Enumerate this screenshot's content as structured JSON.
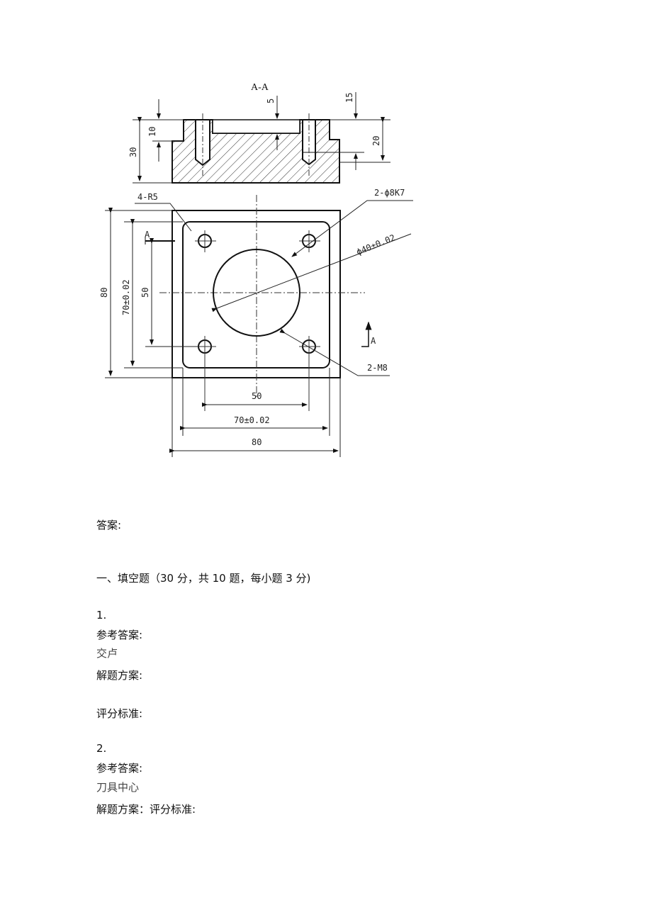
{
  "drawing": {
    "section_title": "A-A",
    "section_dims": {
      "d10": "10",
      "d30": "30",
      "d5": "5",
      "d15": "15",
      "d20": "20"
    },
    "plan_labels": {
      "fillet": "4-R5",
      "holes_pin": "2-ϕ8K7",
      "bore": "ϕ40±0.02",
      "threads": "2-M8",
      "section_mark_left": "A",
      "section_mark_right": "A"
    },
    "plan_dims": {
      "h80": "80",
      "h70": "70±0.02",
      "h50": "50",
      "w50": "50",
      "w70": "70±0.02",
      "w80": "80"
    }
  },
  "answer_heading": "答案:",
  "section_heading": "一、填空题（30 分，共 10 题，每小题 3 分)",
  "questions": [
    {
      "number": "1.",
      "ref_label": "参考答案:",
      "answer": "交卢",
      "solution_label": "解题方案:",
      "grading_label": "评分标准:"
    },
    {
      "number": "2.",
      "ref_label": "参考答案:",
      "answer": "刀具中心",
      "solution_grading_label": "解题方案：评分标准:"
    }
  ]
}
